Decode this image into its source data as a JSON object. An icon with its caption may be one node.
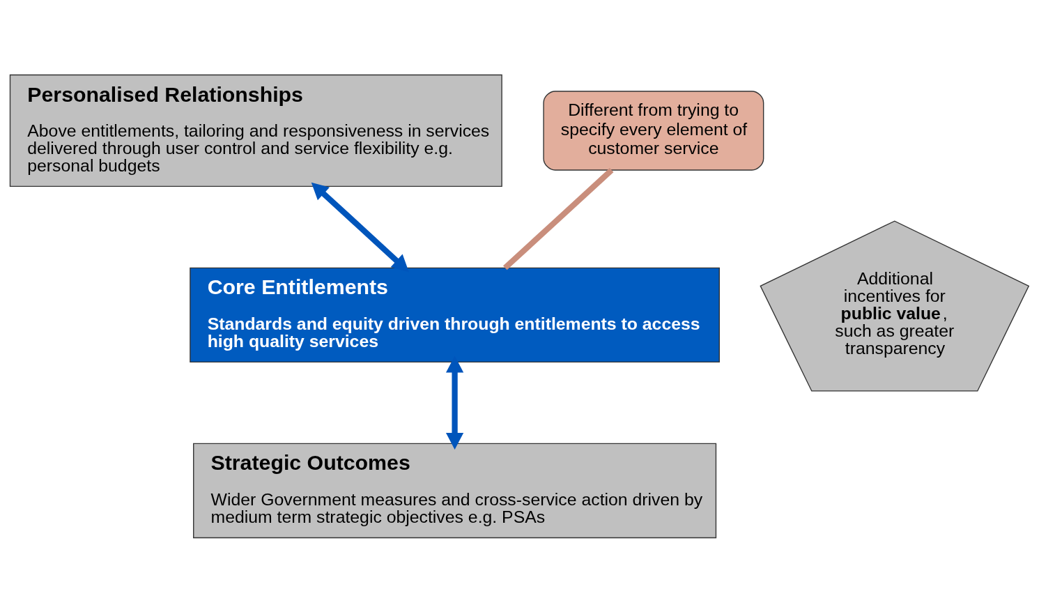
{
  "diagram": {
    "nodes": [
      {
        "text": [
          "Personalised Relationships",
          "Above entitlements, tailoring and responsiveness in services delivered through user control and service flexibility e.g. personal budgets"
        ]
      },
      {
        "text": [
          "Core Entitlements",
          "Standards and equity driven through entitlements to access high quality services"
        ]
      },
      {
        "text": [
          "Strategic Outcomes",
          "Wider Government measures and cross-service action driven by medium term strategic objectives e.g. PSAs"
        ]
      },
      {
        "text": [
          "Different from trying to specify every element of customer service"
        ]
      },
      {
        "text": [
          "Additional incentives for **public value**, such as greater transparency"
        ]
      }
    ],
    "edges": [
      {
        "from": 0,
        "to": 1,
        "arrow": "both"
      },
      {
        "from": 1,
        "to": 2,
        "arrow": "both"
      },
      {
        "from": 3,
        "to": 1,
        "arrow": "none",
        "color": "#c98e7c"
      }
    ]
  }
}
